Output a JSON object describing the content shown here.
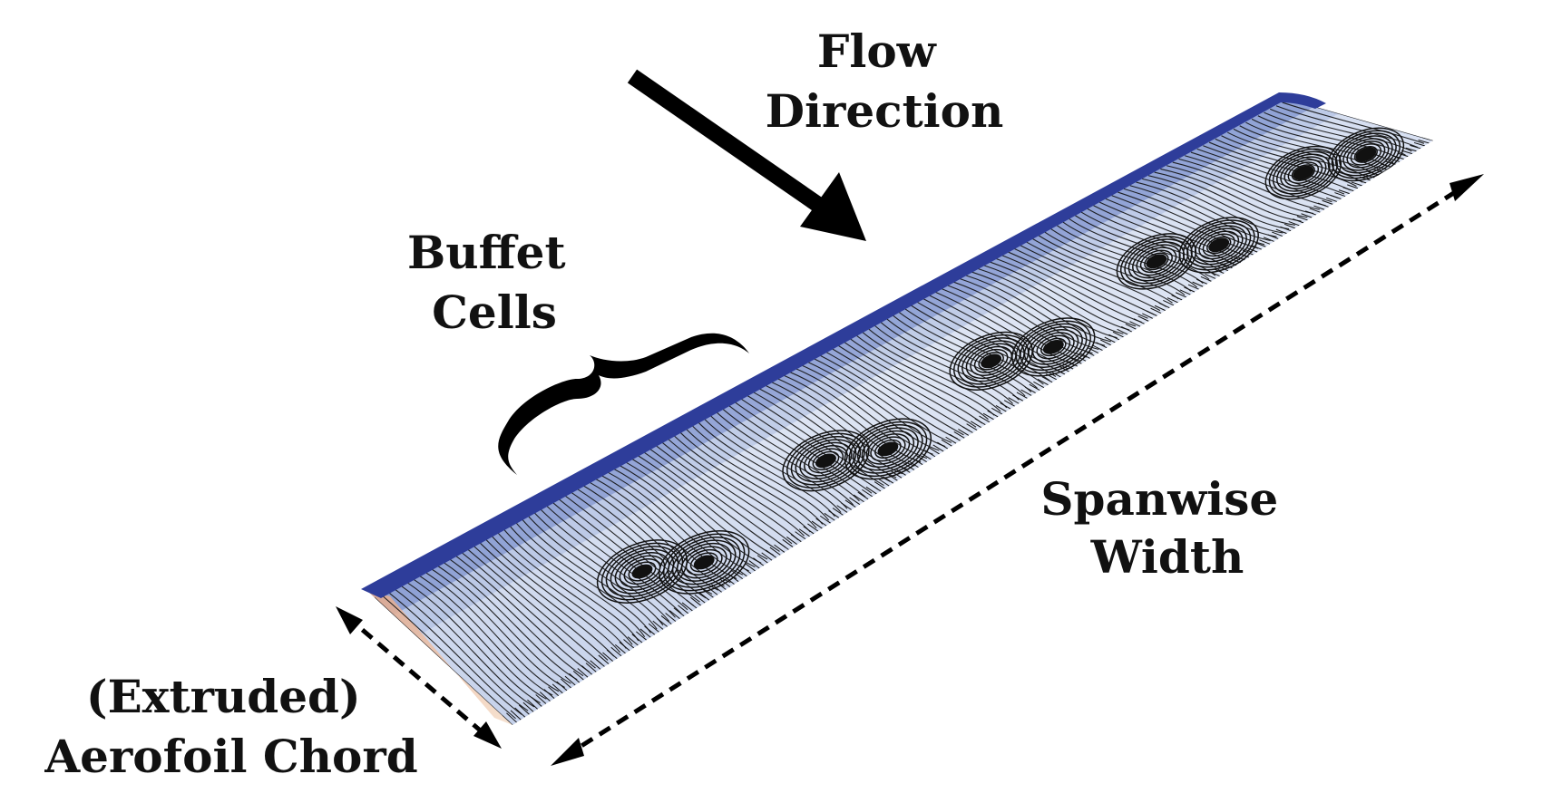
{
  "labels": {
    "flow_direction": [
      "Flow",
      "Direction"
    ],
    "buffet_cells": [
      "Buffet",
      "Cells"
    ],
    "spanwise_width": [
      "Spanwise",
      "Width"
    ],
    "aerofoil_chord": [
      "(Extruded)",
      "Aerofoil Chord"
    ]
  },
  "colors": {
    "leading_edge": "#2e3d9a",
    "surface_light": "#dfe6f4",
    "surface_mid": "#9fb1dc",
    "surface_dark": "#5a72c0",
    "trailing_edge_warm": "#e8b090",
    "streamline": "#111111",
    "annotation": "#000000"
  },
  "icons": {
    "flow_arrow": "arrow-down-right-icon",
    "buffet_brace": "curly-brace-icon",
    "span_arrow": "double-headed-dashed-arrow-icon",
    "chord_arrow": "double-headed-dashed-arrow-icon"
  }
}
